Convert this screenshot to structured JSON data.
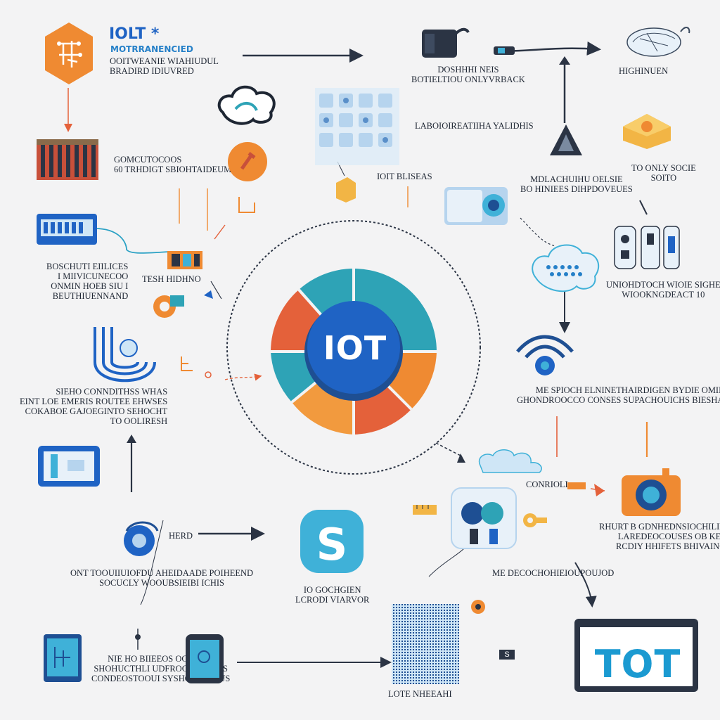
{
  "brand": {
    "title": "IOLT *",
    "subtitle": "MOTRRANENCIED"
  },
  "hub": {
    "label": "IOT"
  },
  "screen": {
    "label": "TOT"
  },
  "app_logo": {
    "letter": "S"
  },
  "labels": {
    "top_left": "OOITWEANIE WIAHIUDUL\nBRADIRD IDIUVRED",
    "top_mid": "DOSHHHI NEIS\nBOTIELTIOU ONLYVRBACK",
    "top_right": "HIGHINUEN",
    "left_1": "GOMCUTOCOOS\n60 TRHDIGT SBIOHTAIDEUM",
    "mid_1": "LABOIOIREATIIHA YALIDHIS",
    "mid_iot": "IOIT BLISEAS",
    "right_1": "MDLACHUIHU OELSIE\nBO HINIEES DIHPDOVEUES",
    "right_2": "TO ONLY SOCIE\nSOITO",
    "left_2": "BOSCHUTI EIILICES\nI MIIVICUNECOO\nONMIN HOEB SIU I\nBEUTHIUENNAND",
    "left_2b": "TESH HIDHNO",
    "right_3": "UNIOHDTOCH WIOIE SIGHE\nWIOOKNGDEACT 10",
    "left_3": "SIEHO CONNDITHSS WHAS\nEINT LOE EMERIS ROUTEE EHWSES\nCOKABOE GAJOEGINTO SEHOCHT\nTO OOLIRESH",
    "right_4": "ME SPIOCH ELNINETHAIRDIGEN BYDIE OMIDIS\nGHONDROOCCO CONSES SUPACHOUICHS BIESHAPLIVIE",
    "right_5": "CONRIOLI",
    "right_6": "RHURT B GDNHEDNSIOCHILIEN\nLAREDEOCOUSES OB KESE\nRCDIY HHIFETS BHIVAINOL",
    "left_4": "HERD",
    "left_5": "ONT TOOUIIUIOFDU AHEIDAADE POIHEEND\nSOCUCLY WOOUBSIEIBI ICHIS",
    "mid_2": "IO GOCHGIEN\nLCRODI VIARVOR",
    "mid_3": "ME DECOCHOHIEIOUPOUJOD",
    "bottom_left": "NIE HO BIIEEOS OCCIDOS\nSHOHUCTHLI UDFROCOEEHEDS\nCONDEOSTOOUI SYSHOOCIGHUS",
    "bottom_mid": "LOTE NHEEAHI",
    "bottom_tag": "S"
  },
  "colors": {
    "orange": "#ef8a32",
    "teal": "#2ea3b6",
    "blue": "#1f63c4",
    "red": "#e4613a",
    "navy": "#1e4f93",
    "sky": "#3fb1d8",
    "light_blue": "#cfe6f6",
    "dark": "#2b3444"
  },
  "icons": [
    "hexagon-circuit-icon",
    "cylinder-device-icon",
    "cable-connector-icon",
    "cloud-connector-icon",
    "network-cloud-icon",
    "data-grid-icon",
    "pyramid-sensor-icon",
    "cheese-block-icon",
    "server-rack-icon",
    "orange-wrench-icon",
    "router-panel-icon",
    "tablet-device-icon",
    "blue-cloud-icon",
    "remote-controls-icon",
    "wifi-signal-icon",
    "monitor-icon",
    "magnet-coil-icon",
    "orange-camera-icon",
    "chip-cluster-icon",
    "app-s-icon",
    "smart-speaker-icon",
    "smartphone-icon",
    "mesh-panel-icon",
    "iot-display-icon"
  ]
}
